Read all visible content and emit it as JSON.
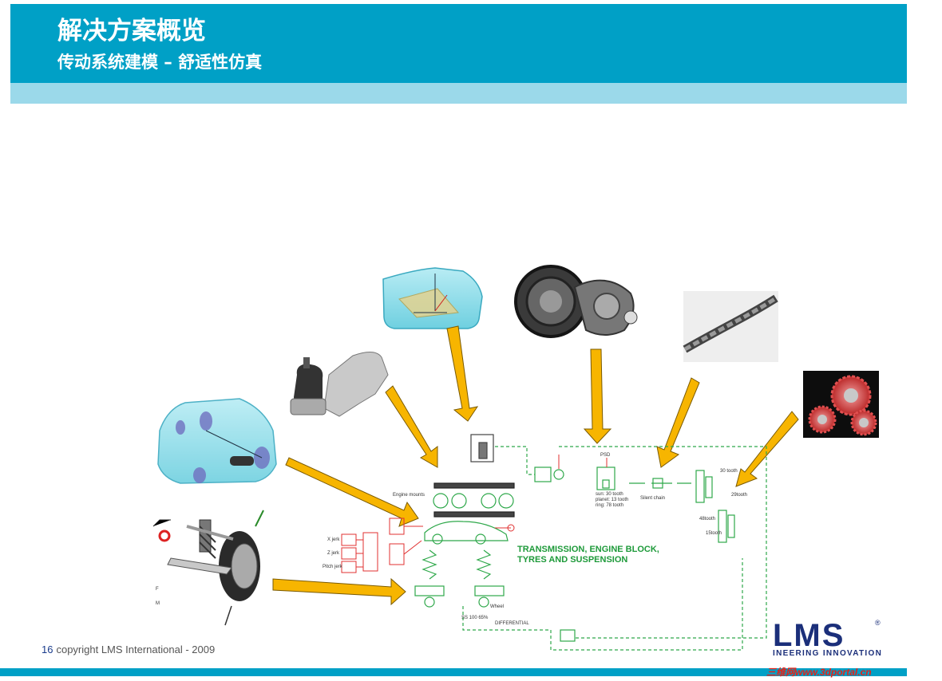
{
  "header": {
    "title": "解决方案概览",
    "subtitle": "传动系统建模 – 舒适性仿真"
  },
  "footer": {
    "page_number": "16",
    "copyright": "copyright LMS International - 2009"
  },
  "logo": {
    "brand": "LMS",
    "tagline": "INEERING INNOVATION"
  },
  "watermark": "三维网www.3dportal.cn",
  "diagram": {
    "main_label_line1": "TRANSMISSION, ENGINE BLOCK,",
    "main_label_line2": "TYRES AND SUSPENSION",
    "engine_mounts": "Engine mounts",
    "psd": "PSD",
    "silent_chain": "Silent chain",
    "differential": "DIFFERENTIAL",
    "x_jerk": "X jerk",
    "z_jerk": "Z jerk",
    "pitch_jerk": "Pitch jerk",
    "tooth_30": "30 tooth",
    "tooth_29": "29tooth",
    "tooth_48": "48tooth",
    "tooth_15": "15tooth",
    "psd_sun": "sun: 30 tooth",
    "psd_planet": "planet: 13 tooth",
    "psd_ring": "ring: 78 tooth",
    "wheel": "Wheel",
    "sol_label": "SS 100 65%",
    "colors": {
      "header_blue": "#00a0c6",
      "header_strip": "#9bd9ea",
      "arrow_yellow": "#f7b500",
      "model_green": "#2ea84a",
      "model_red": "#e03030"
    }
  }
}
